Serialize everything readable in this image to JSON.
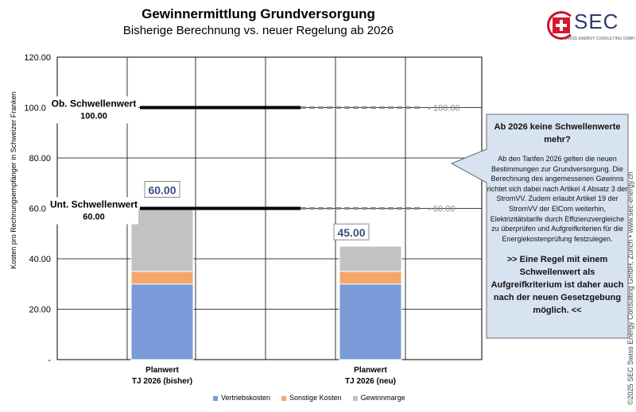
{
  "header": {
    "title": "Gewinnermittlung Grundversorgung",
    "subtitle": "Bisherige Berechnung vs. neuer Regelung ab 2026"
  },
  "logo": {
    "text": "SEC",
    "tagline": "SWISS ENERGY CONSULTING GMBH"
  },
  "colors": {
    "vertrieb": "#7b9ad8",
    "sonstige": "#f5a66b",
    "gewinn": "#c2c2c2",
    "callout_fill": "#d8e3f2",
    "threshold_old": "#000000",
    "threshold_new": "#888888"
  },
  "chart_data": {
    "type": "bar",
    "stacked": true,
    "categories": [
      "Planwert\nTJ 2026 (bisher)",
      "Planwert\nTJ 2026 (neu)"
    ],
    "series": [
      {
        "name": "Vertriebskosten",
        "values": [
          30,
          30
        ]
      },
      {
        "name": "Sonstige Kosten",
        "values": [
          5,
          5
        ]
      },
      {
        "name": "Gewinnmarge",
        "values": [
          25,
          10
        ]
      }
    ],
    "totals": [
      "60.00",
      "45.00"
    ],
    "ylabel": "Kosten pro Rechnungsempfänger in Schweizer Franken",
    "ylim": [
      0,
      120
    ],
    "yticks": [
      "-",
      "20.00",
      "40.00",
      "60.00",
      "80.00",
      "100.00",
      "120.00"
    ],
    "grid": true,
    "legend_position": "bottom",
    "thresholds": [
      {
        "label": "Ob. Schwellenwert",
        "value_label": "100.00",
        "value": 100,
        "right_label": "100.00"
      },
      {
        "label": "Unt. Schwellenwert",
        "value_label": "60.00",
        "value": 60,
        "right_label": "60.00"
      }
    ]
  },
  "callout": {
    "heading": "Ab 2026 keine Schwellenwerte mehr?",
    "body": "Ab den Tarifen 2026 gelten die neuen Bestimmungen zur Grundversorgung. Die Berechnung des angemessenen Gewinns richtet sich dabei nach Artikel 4 Absatz 3 der StromVV. Zudem erlaubt Artikel 19 der StromVV der ElCom weiterhin, Elektrizitätstarife durch Effizienzvergleiche zu überprüfen und Aufgreifkriterien für die Energiekostenprüfung festzulegen.",
    "conclusion": ">> Eine Regel mit einem Schwellenwert als Aufgreifkriterium ist daher auch nach der neuen Gesetzgebung möglich. <<"
  },
  "copyright": "©2025 SEC Swiss Energy Consulting GmbH, Zürich • www.sec-energy.ch"
}
